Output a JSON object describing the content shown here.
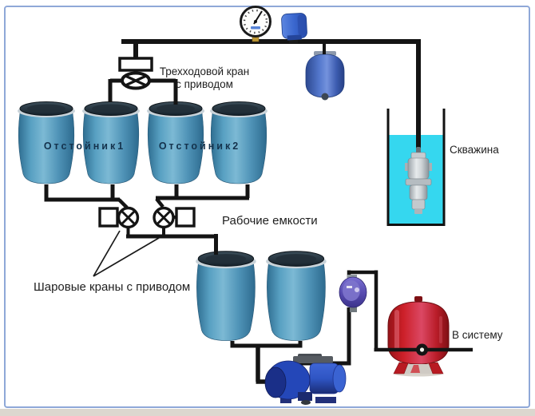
{
  "diagram": {
    "title": "Water supply system schematic with settling tanks",
    "labels": {
      "three_way_valve_line1": "Трехходовой кран",
      "three_way_valve_line2": "с приводом",
      "settling_tank_1": "Отстойник1",
      "settling_tank_2": "Отстойник2",
      "working_tanks": "Рабочие емкости",
      "ball_valves": "Шаровые краны с приводом",
      "well": "Скважина",
      "to_system": "В систему"
    },
    "components": [
      "pressure-gauge",
      "pressure-switch",
      "expansion-tank",
      "three-way-valve-with-actuator",
      "settling-barrel-1",
      "settling-barrel-2",
      "settling-barrel-3",
      "settling-barrel-4",
      "ball-valve-with-actuator-1",
      "ball-valve-with-actuator-2",
      "working-barrel-1",
      "working-barrel-2",
      "well-with-submersible-pump",
      "surface-jet-pump",
      "pump-controller",
      "hydro-accumulator-tank"
    ],
    "colors": {
      "frame_border": "#8fa8d8",
      "pipe": "#141414",
      "barrel_blue": "#58a0c2",
      "well_water_cyan": "#35d7ef",
      "accumulator_red": "#cc1f28",
      "expansion_tank_blue": "#5377cc",
      "pump_blue": "#2f55c4",
      "controller_purple": "#564aae",
      "background": "#ffffff"
    }
  }
}
